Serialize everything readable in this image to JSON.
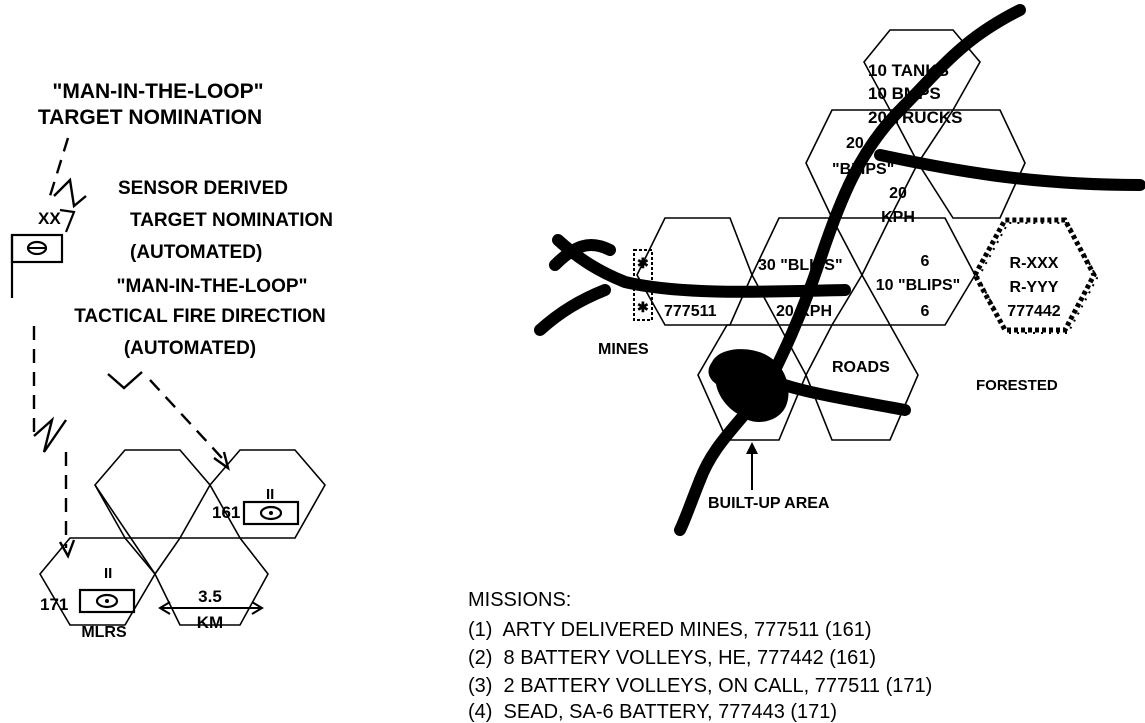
{
  "left_panel": {
    "man_in_loop_nomination": [
      "\"MAN-IN-THE-LOOP\"",
      "TARGET NOMINATION"
    ],
    "sensor_derived": [
      "SENSOR DERIVED",
      "TARGET NOMINATION",
      "(AUTOMATED)"
    ],
    "man_in_loop_fire_direction": [
      "\"MAN-IN-THE-LOOP\"",
      "TACTICAL FIRE DIRECTION",
      "(AUTOMATED)"
    ],
    "unit_echelon": "XX",
    "battery_echelon": "II",
    "unit_161": "161",
    "unit_171": "171",
    "mlrs_label": "MLRS",
    "distance": [
      "3.5",
      "KM"
    ]
  },
  "right_panel": {
    "top_hex": [
      "10 TANKS",
      "10 BMPS",
      "20 TRUCKS"
    ],
    "blips_20": [
      "20",
      "\"BLIPS\""
    ],
    "speed_20": [
      "20",
      "KPH"
    ],
    "blips_30": "30 \"BLIPS\"",
    "speed_mid": "20 KPH",
    "blips_6": [
      "6",
      "10 \"BLIPS\"",
      "6"
    ],
    "target_mines": "777511",
    "forested_hex": [
      "R-XXX",
      "R-YYY",
      "777442"
    ],
    "mines_label": "MINES",
    "roads_label": "ROADS",
    "forested_label": "FORESTED",
    "built_up_label": "BUILT-UP AREA"
  },
  "missions": {
    "heading": "MISSIONS:",
    "items": [
      "(1)  ARTY DELIVERED MINES, 777511 (161)",
      "(2)  8 BATTERY VOLLEYS, HE, 777442 (161)",
      "(3)  2 BATTERY VOLLEYS, ON CALL, 777511 (171)",
      "(4)  SEAD, SA-6 BATTERY, 777443 (171)"
    ]
  }
}
